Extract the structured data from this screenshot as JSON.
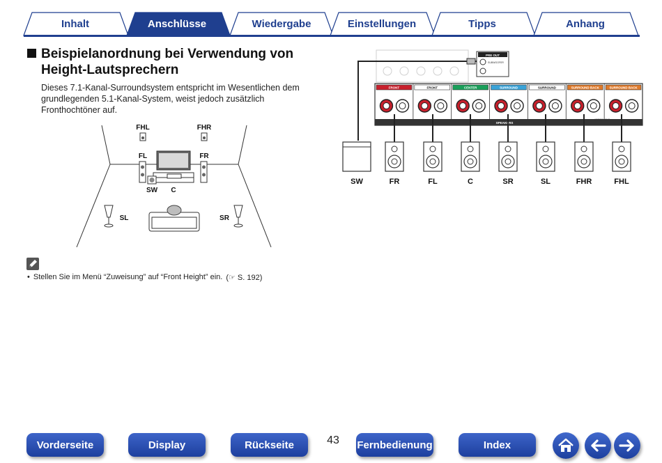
{
  "tabs": [
    {
      "label": "Inhalt",
      "active": false
    },
    {
      "label": "Anschlüsse",
      "active": true
    },
    {
      "label": "Wiedergabe",
      "active": false
    },
    {
      "label": "Einstellungen",
      "active": false
    },
    {
      "label": "Tipps",
      "active": false
    },
    {
      "label": "Anhang",
      "active": false
    }
  ],
  "section": {
    "title": "Beispielanordnung bei Verwendung von Height-Lautsprechern",
    "intro": "Dieses 7.1-Kanal-Surroundsystem entspricht im Wesentlichen dem grundlegenden 5.1-Kanal-System, weist jedoch zusätzlich Fronthochtöner auf."
  },
  "room_diagram": {
    "labels": {
      "fhl": "FHL",
      "fhr": "FHR",
      "fl": "FL",
      "fr": "FR",
      "sw": "SW",
      "c": "C",
      "sl": "SL",
      "sr": "SR"
    }
  },
  "wiring_diagram": {
    "receiver_labels": {
      "pre_out": "PRE OUT",
      "subwoofer": "SUBWOOFER",
      "speakers": "SPEAKERS",
      "assignable": "ASSIGNABLE"
    },
    "terminals": [
      "FRONT",
      "FRONT",
      "CENTER",
      "SURROUND",
      "SURROUND",
      "SURROUND BACK",
      "SURROUND BACK"
    ],
    "terminal_colors": [
      "#c8202c",
      "#ffffff",
      "#1aa05a",
      "#3aa3d8",
      "#ffffff",
      "#e07a2a",
      "#e07a2a"
    ],
    "speakers": [
      "SW",
      "FR",
      "FL",
      "C",
      "SR",
      "SL",
      "FHR",
      "FHL"
    ]
  },
  "note": {
    "bullet": "•",
    "text": "Stellen Sie im Menü “Zuweisung” auf “Front Height” ein.",
    "ref": "(☞ S. 192)"
  },
  "footer": {
    "page_number": "43",
    "buttons": [
      "Vorderseite",
      "Display",
      "Rückseite",
      "Fernbedienung",
      "Index"
    ],
    "icons": [
      "home-icon",
      "arrow-left-icon",
      "arrow-right-icon"
    ]
  },
  "colors": {
    "nav_blue": "#1f3f8f",
    "button_blue": "#2a4fb5"
  }
}
